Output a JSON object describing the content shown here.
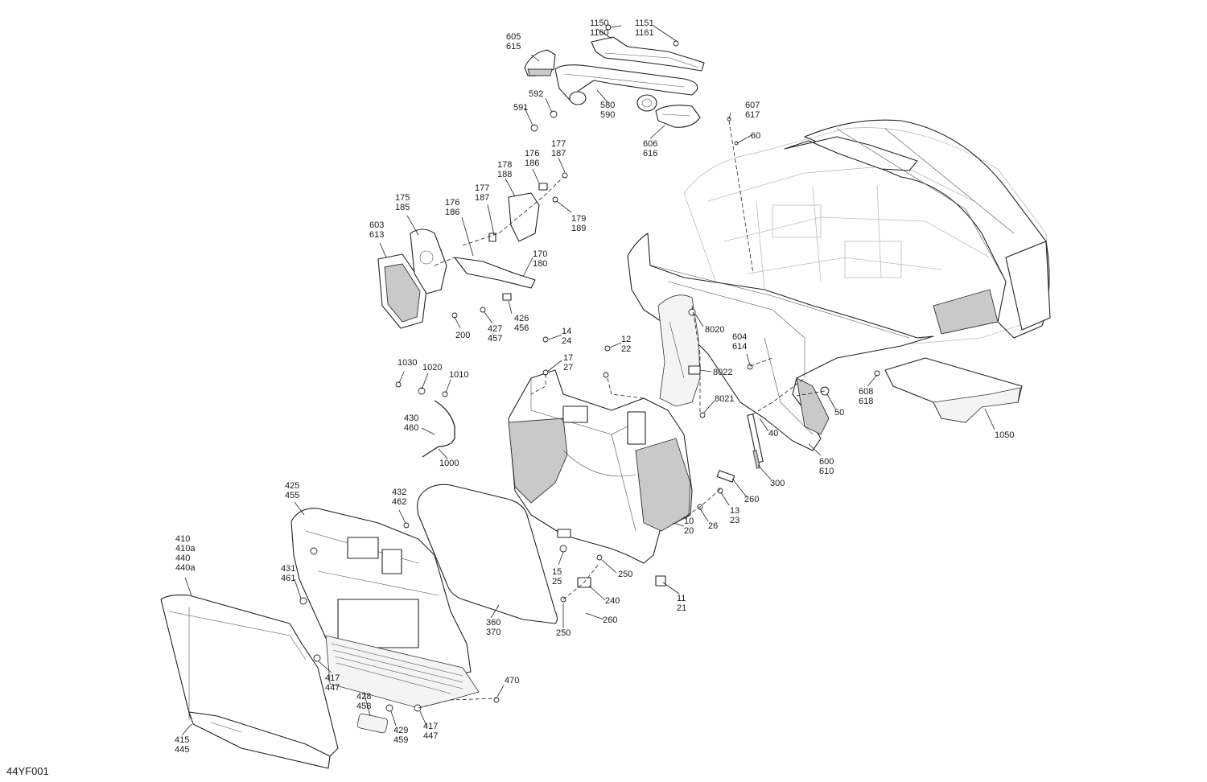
{
  "drawing_id": "44YF001",
  "callouts": [
    {
      "id": "c-1150",
      "lines": [
        "1150",
        "1160"
      ]
    },
    {
      "id": "c-1151",
      "lines": [
        "1151",
        "1161"
      ]
    },
    {
      "id": "c-605",
      "lines": [
        "605",
        "615"
      ]
    },
    {
      "id": "c-592",
      "lines": [
        "592"
      ]
    },
    {
      "id": "c-591",
      "lines": [
        "591"
      ]
    },
    {
      "id": "c-580",
      "lines": [
        "580",
        "590"
      ]
    },
    {
      "id": "c-606",
      "lines": [
        "606",
        "616"
      ]
    },
    {
      "id": "c-607",
      "lines": [
        "607",
        "617"
      ]
    },
    {
      "id": "c-60",
      "lines": [
        "60"
      ]
    },
    {
      "id": "c-177a",
      "lines": [
        "177",
        "187"
      ]
    },
    {
      "id": "c-176a",
      "lines": [
        "176",
        "186"
      ]
    },
    {
      "id": "c-178",
      "lines": [
        "178",
        "188"
      ]
    },
    {
      "id": "c-175",
      "lines": [
        "175",
        "185"
      ]
    },
    {
      "id": "c-176b",
      "lines": [
        "176",
        "186"
      ]
    },
    {
      "id": "c-177b",
      "lines": [
        "177",
        "187"
      ]
    },
    {
      "id": "c-179",
      "lines": [
        "179",
        "189"
      ]
    },
    {
      "id": "c-603",
      "lines": [
        "603",
        "613"
      ]
    },
    {
      "id": "c-170",
      "lines": [
        "170",
        "180"
      ]
    },
    {
      "id": "c-200",
      "lines": [
        "200"
      ]
    },
    {
      "id": "c-427",
      "lines": [
        "427",
        "457"
      ]
    },
    {
      "id": "c-426",
      "lines": [
        "426",
        "456"
      ]
    },
    {
      "id": "c-14",
      "lines": [
        "14",
        "24"
      ]
    },
    {
      "id": "c-12",
      "lines": [
        "12",
        "22"
      ]
    },
    {
      "id": "c-17",
      "lines": [
        "17",
        "27"
      ]
    },
    {
      "id": "c-8020",
      "lines": [
        "8020"
      ]
    },
    {
      "id": "c-604",
      "lines": [
        "604",
        "614"
      ]
    },
    {
      "id": "c-8022",
      "lines": [
        "8022"
      ]
    },
    {
      "id": "c-8021",
      "lines": [
        "8021"
      ]
    },
    {
      "id": "c-608",
      "lines": [
        "608",
        "618"
      ]
    },
    {
      "id": "c-50",
      "lines": [
        "50"
      ]
    },
    {
      "id": "c-1050",
      "lines": [
        "1050"
      ]
    },
    {
      "id": "c-40",
      "lines": [
        "40"
      ]
    },
    {
      "id": "c-600",
      "lines": [
        "600",
        "610"
      ]
    },
    {
      "id": "c-300",
      "lines": [
        "300"
      ]
    },
    {
      "id": "c-260a",
      "lines": [
        "260"
      ]
    },
    {
      "id": "c-13",
      "lines": [
        "13",
        "23"
      ]
    },
    {
      "id": "c-26",
      "lines": [
        "26"
      ]
    },
    {
      "id": "c-10",
      "lines": [
        "10",
        "20"
      ]
    },
    {
      "id": "c-11",
      "lines": [
        "11",
        "21"
      ]
    },
    {
      "id": "c-1030",
      "lines": [
        "1030"
      ]
    },
    {
      "id": "c-1020",
      "lines": [
        "1020"
      ]
    },
    {
      "id": "c-1010",
      "lines": [
        "1010"
      ]
    },
    {
      "id": "c-430",
      "lines": [
        "430",
        "460"
      ]
    },
    {
      "id": "c-1000",
      "lines": [
        "1000"
      ]
    },
    {
      "id": "c-425",
      "lines": [
        "425",
        "455"
      ]
    },
    {
      "id": "c-432",
      "lines": [
        "432",
        "462"
      ]
    },
    {
      "id": "c-410",
      "lines": [
        "410",
        "410a",
        "440",
        "440a"
      ]
    },
    {
      "id": "c-431",
      "lines": [
        "431",
        "461"
      ]
    },
    {
      "id": "c-15",
      "lines": [
        "15",
        "25"
      ]
    },
    {
      "id": "c-250a",
      "lines": [
        "250"
      ]
    },
    {
      "id": "c-240",
      "lines": [
        "240"
      ]
    },
    {
      "id": "c-360",
      "lines": [
        "360",
        "370"
      ]
    },
    {
      "id": "c-260b",
      "lines": [
        "260"
      ]
    },
    {
      "id": "c-250b",
      "lines": [
        "250"
      ]
    },
    {
      "id": "c-417a",
      "lines": [
        "417",
        "447"
      ]
    },
    {
      "id": "c-470",
      "lines": [
        "470"
      ]
    },
    {
      "id": "c-428",
      "lines": [
        "428",
        "458"
      ]
    },
    {
      "id": "c-429",
      "lines": [
        "429",
        "459"
      ]
    },
    {
      "id": "c-417b",
      "lines": [
        "417",
        "447"
      ]
    },
    {
      "id": "c-415",
      "lines": [
        "415",
        "445"
      ]
    }
  ]
}
